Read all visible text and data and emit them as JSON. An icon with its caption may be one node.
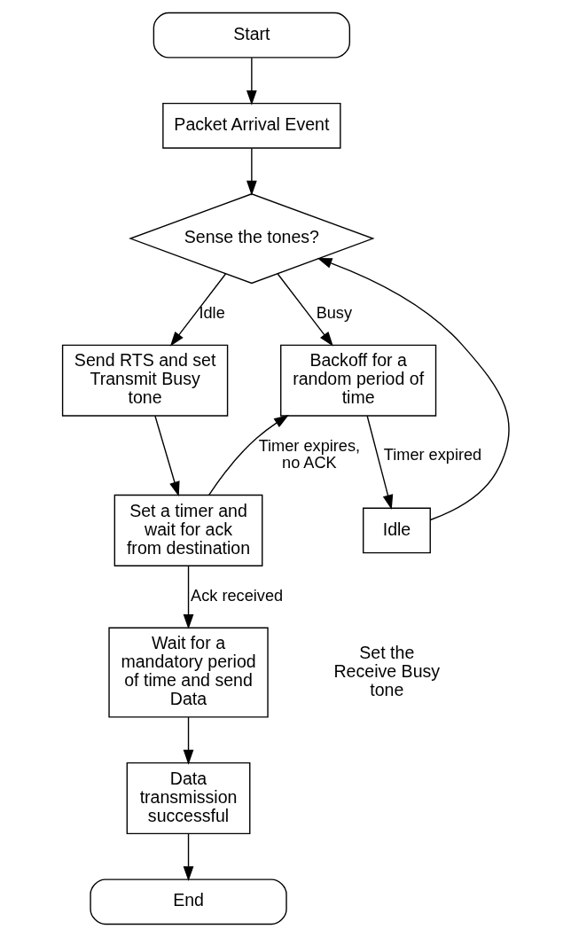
{
  "diagram": {
    "nodes": [
      {
        "text": [
          "Start"
        ]
      },
      {
        "text": [
          "Packet Arrival Event"
        ]
      },
      {
        "text": [
          "Sense the tones?"
        ]
      },
      {
        "text": [
          "Send RTS and set Transmit Busy tone"
        ]
      },
      {
        "text": [
          "Backoff for a random period of time"
        ]
      },
      {
        "text": [
          "Set a timer and wait for ack from destination"
        ]
      },
      {
        "text": [
          "Idle"
        ]
      },
      {
        "text": [
          "Wait for a mandatory period of time and send Data"
        ]
      },
      {
        "text": [
          "Data transmission successful"
        ]
      },
      {
        "text": [
          "End"
        ]
      }
    ],
    "edges": [
      {
        "from": 0,
        "to": 1,
        "arrow": "to"
      },
      {
        "from": 1,
        "to": 2,
        "arrow": "to"
      },
      {
        "from": 2,
        "to": 3,
        "arrow": "to",
        "label": "Idle"
      },
      {
        "from": 2,
        "to": 4,
        "arrow": "to",
        "label": "Busy"
      },
      {
        "from": 3,
        "to": 5,
        "arrow": "to"
      },
      {
        "from": 5,
        "to": 4,
        "arrow": "to",
        "label": "Timer expires, no ACK"
      },
      {
        "from": 4,
        "to": 6,
        "arrow": "to",
        "label": "Timer expired"
      },
      {
        "from": 6,
        "to": 2,
        "arrow": "to"
      },
      {
        "from": 5,
        "to": 7,
        "arrow": "to",
        "label": "Ack received"
      },
      {
        "from": 7,
        "to": 8,
        "arrow": "to"
      },
      {
        "from": 8,
        "to": 9,
        "arrow": "to"
      }
    ],
    "labels": [
      "Set the Receive Busy tone"
    ]
  }
}
